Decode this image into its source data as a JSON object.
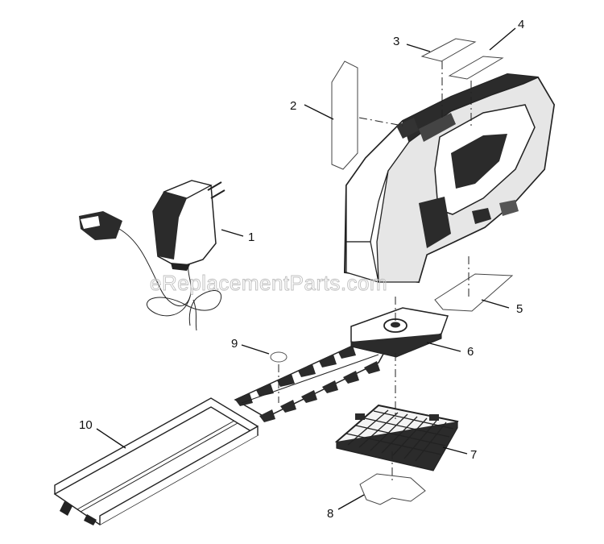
{
  "watermark": "eReplacementParts.com",
  "callouts": {
    "c1": "1",
    "c2": "2",
    "c3": "3",
    "c4": "4",
    "c5": "5",
    "c6": "6",
    "c7": "7",
    "c8": "8",
    "c9": "9",
    "c10": "10"
  },
  "parts": {
    "1": "charger-adapter",
    "2": "left-label-decal",
    "3": "small-label-decal",
    "4": "small-label-decal",
    "5": "bottom-label-decal",
    "6": "blade-mount-plate",
    "7": "grid-cover-plate",
    "8": "base-label-decal",
    "9": "round-washer",
    "10": "blade-cover-sheath"
  },
  "colors": {
    "line": "#222222",
    "fill_dark": "#2b2b2b",
    "watermark": "#bfbfbf"
  }
}
